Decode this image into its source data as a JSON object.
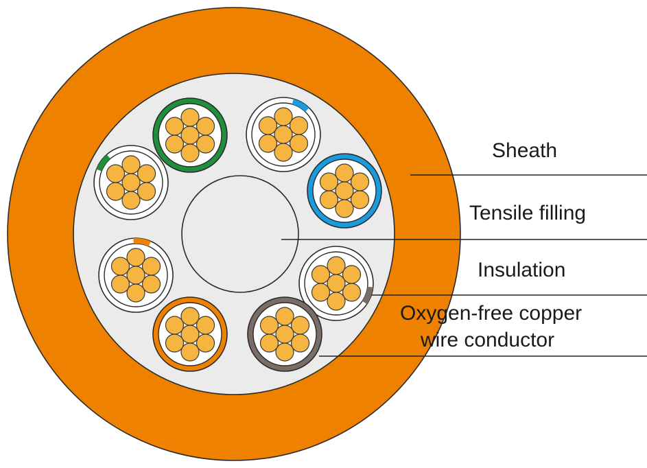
{
  "labels": {
    "sheath": "Sheath",
    "tensile_filling": "Tensile filling",
    "insulation": "Insulation",
    "conductor_line1": "Oxygen-free copper",
    "conductor_line2": "wire conductor"
  },
  "colors": {
    "sheath": "#EE8100",
    "filling": "#EBEBEB",
    "strand": "#F6B441",
    "insulation_plain": "#FFFFFF",
    "green": "#1E8F3A",
    "blue": "#1A9BDD",
    "orange": "#EE8100",
    "brown": "#7A6C66"
  },
  "core_count": 8,
  "strands_per_core": 7,
  "cores": [
    {
      "name": "green",
      "insulation": "full",
      "color": "#1E8F3A"
    },
    {
      "name": "blue-striped",
      "insulation": "stripe",
      "color": "#1A9BDD"
    },
    {
      "name": "blue",
      "insulation": "full",
      "color": "#1A9BDD"
    },
    {
      "name": "brown-striped",
      "insulation": "stripe",
      "color": "#7A6C66"
    },
    {
      "name": "brown",
      "insulation": "full",
      "color": "#7A6C66"
    },
    {
      "name": "orange",
      "insulation": "full",
      "color": "#EE8100"
    },
    {
      "name": "orange-striped",
      "insulation": "stripe",
      "color": "#EE8100"
    },
    {
      "name": "green-striped",
      "insulation": "stripe",
      "color": "#1E8F3A"
    }
  ]
}
